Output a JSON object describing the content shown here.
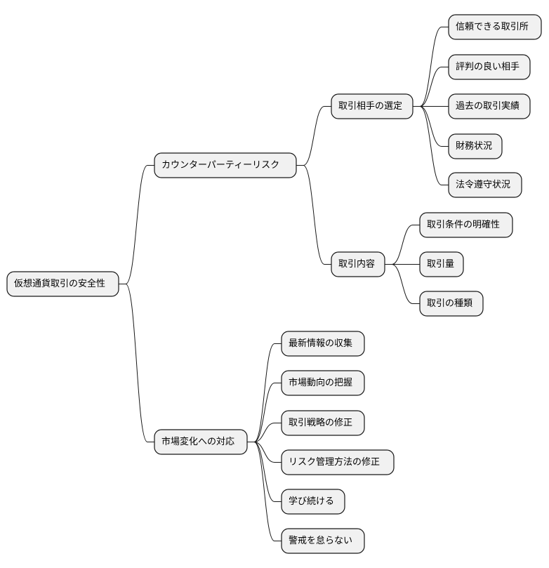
{
  "mindmap": {
    "root": "仮想通貨取引の安全性",
    "branches": [
      {
        "label": "カウンターパーティーリスク",
        "children": [
          {
            "label": "取引相手の選定",
            "children": [
              "信頼できる取引所",
              "評判の良い相手",
              "過去の取引実績",
              "財務状況",
              "法令遵守状況"
            ]
          },
          {
            "label": "取引内容",
            "children": [
              "取引条件の明確性",
              "取引量",
              "取引の種類"
            ]
          }
        ]
      },
      {
        "label": "市場変化への対応",
        "children": [
          "最新情報の収集",
          "市場動向の把握",
          "取引戦略の修正",
          "リスク管理方法の修正",
          "学び続ける",
          "警戒を怠らない"
        ]
      }
    ]
  },
  "colors": {
    "node_fill": "#f1f1f1",
    "node_border": "#181818",
    "edge": "#181818"
  }
}
